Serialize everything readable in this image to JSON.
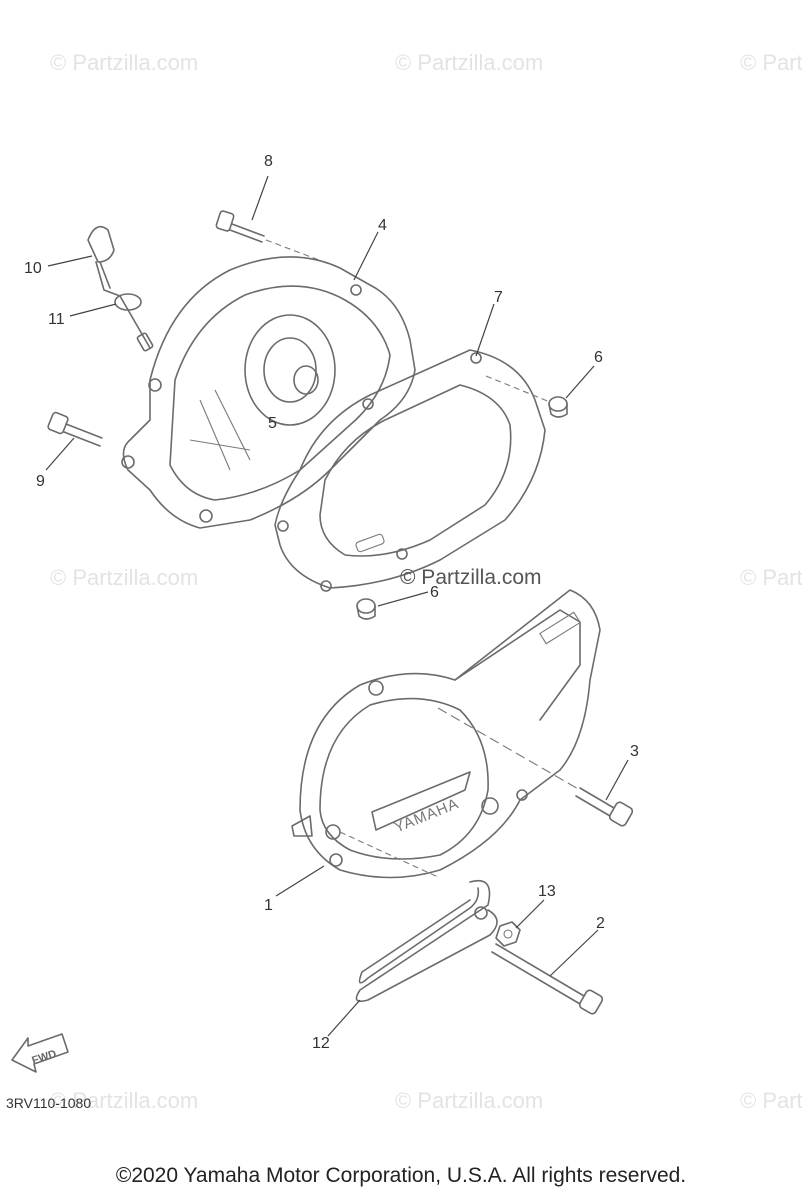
{
  "watermark": "© Partzilla.com",
  "center_watermark": "© Partzilla.com",
  "brand_logo": "YAMAHA",
  "fwd_label": "FWD",
  "diagram_code": "3RV110-1080",
  "copyright": "©2020 Yamaha Motor Corporation, U.S.A. All rights reserved.",
  "callouts": {
    "c1": "1",
    "c2": "2",
    "c3": "3",
    "c4": "4",
    "c5": "5",
    "c6a": "6",
    "c6b": "6",
    "c7": "7",
    "c8": "8",
    "c9": "9",
    "c10": "10",
    "c11": "11",
    "c12": "12",
    "c13": "13"
  }
}
